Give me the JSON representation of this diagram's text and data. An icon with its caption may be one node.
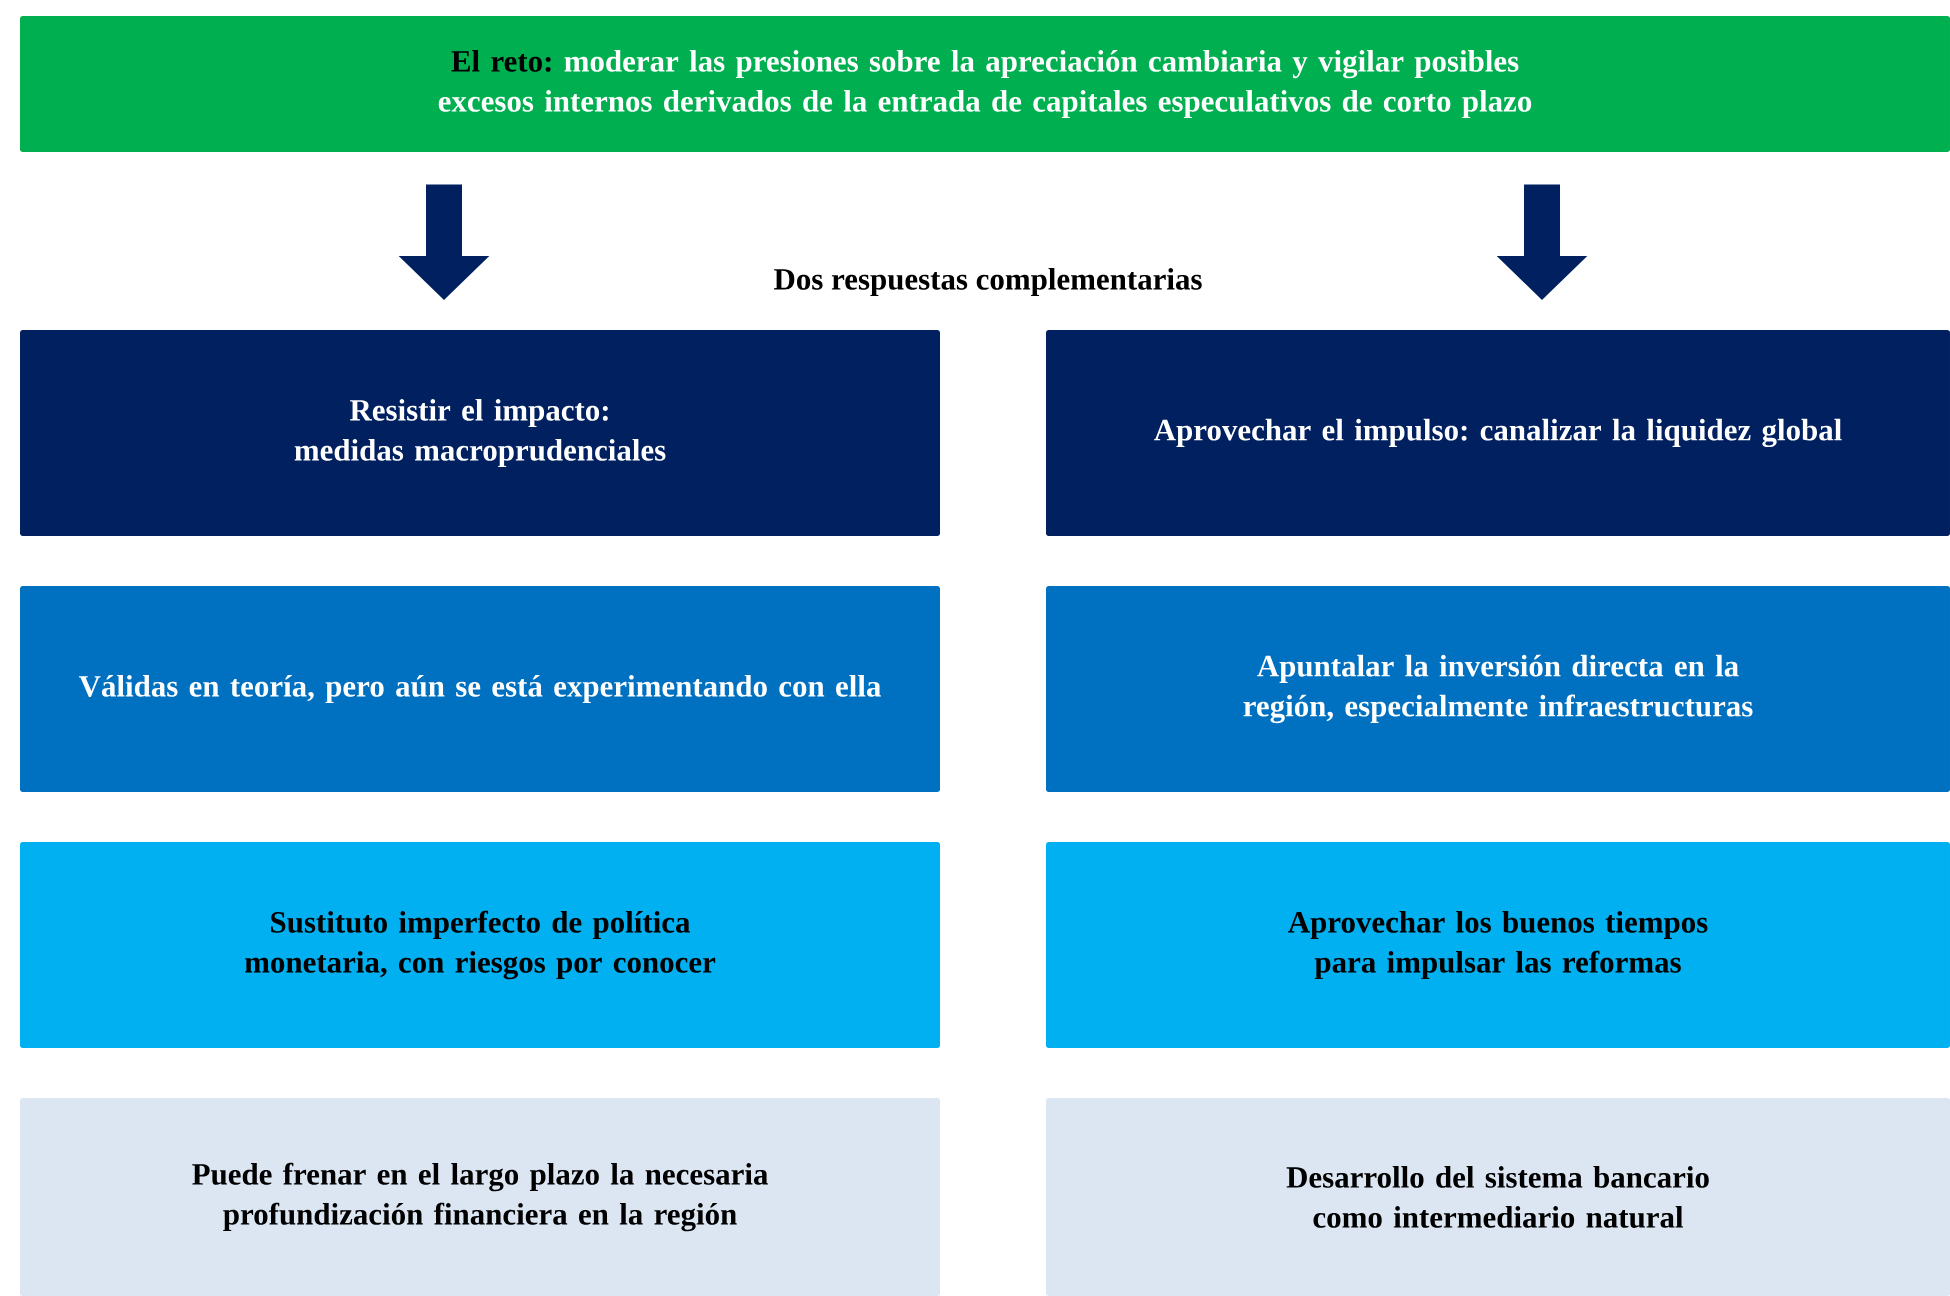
{
  "diagram": {
    "nodes": [
      {
        "text": [
          "El reto:",
          "moderar las presiones sobre la apreciación cambiaria y vigilar posibles excesos internos derivados de la entrada de capitales especulativos de corto plazo"
        ]
      },
      {
        "text": [
          "Resistir el impacto: medidas macroprudenciales"
        ]
      },
      {
        "text": [
          "Aprovechar el impulso: canalizar la liquidez global"
        ]
      },
      {
        "text": [
          "Válidas en teoría, pero aún se está experimentando con ella"
        ]
      },
      {
        "text": [
          "Apuntalar la inversión directa en la región, especialmente infraestructuras"
        ]
      },
      {
        "text": [
          "Sustituto imperfecto de política monetaria, con riesgos por conocer"
        ]
      },
      {
        "text": [
          "Aprovechar los buenos tiempos para impulsar las reformas"
        ]
      },
      {
        "text": [
          "Puede frenar en el largo plazo la necesaria profundización financiera en la región"
        ]
      },
      {
        "text": [
          "Desarrollo del sistema bancario como intermediario natural"
        ]
      }
    ],
    "edges": [
      {
        "from": 0,
        "to": 1,
        "arrow": "to"
      },
      {
        "from": 0,
        "to": 2,
        "arrow": "to"
      }
    ],
    "labels": [
      "Dos respuestas complementarias"
    ]
  }
}
